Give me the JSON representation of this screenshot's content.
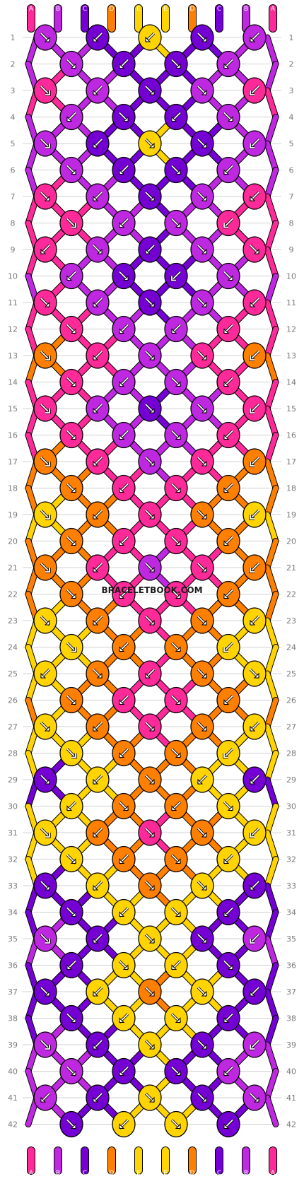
{
  "colors": {
    "A": "#ff2a9a",
    "B": "#bd28e0",
    "C": "#7400d4",
    "D": "#ff7f00",
    "E": "#ffd400",
    "gridline": "#d0d0d0",
    "knot_stroke": "#000000",
    "arrow": "#ffffff"
  },
  "strings": {
    "top": [
      "A",
      "B",
      "C",
      "D",
      "E",
      "E",
      "D",
      "C",
      "B",
      "A"
    ],
    "bottom": [
      "A",
      "B",
      "C",
      "D",
      "E",
      "E",
      "D",
      "C",
      "B",
      "A"
    ]
  },
  "rows": [
    "1",
    "2",
    "3",
    "4",
    "5",
    "6",
    "7",
    "8",
    "9",
    "10",
    "11",
    "12",
    "13",
    "14",
    "15",
    "16",
    "17",
    "18",
    "19",
    "20",
    "21",
    "22",
    "23",
    "24",
    "25",
    "26",
    "27",
    "28",
    "29",
    "30",
    "31",
    "32",
    "33",
    "34",
    "35",
    "36",
    "37",
    "38",
    "39",
    "40",
    "41",
    "42"
  ],
  "knot_colors": [
    [
      "B",
      "C",
      "E",
      "C",
      "B"
    ],
    [
      "B",
      "C",
      "C",
      "B"
    ],
    [
      "A",
      "B",
      "C",
      "B",
      "A"
    ],
    [
      "B",
      "C",
      "C",
      "B"
    ],
    [
      "B",
      "C",
      "E",
      "C",
      "B"
    ],
    [
      "B",
      "C",
      "C",
      "B"
    ],
    [
      "A",
      "B",
      "C",
      "B",
      "A"
    ],
    [
      "A",
      "B",
      "B",
      "A"
    ],
    [
      "A",
      "B",
      "C",
      "B",
      "A"
    ],
    [
      "B",
      "C",
      "C",
      "B"
    ],
    [
      "A",
      "B",
      "C",
      "B",
      "A"
    ],
    [
      "A",
      "B",
      "B",
      "A"
    ],
    [
      "D",
      "A",
      "B",
      "A",
      "D"
    ],
    [
      "A",
      "B",
      "B",
      "A"
    ],
    [
      "A",
      "B",
      "C",
      "B",
      "A"
    ],
    [
      "A",
      "B",
      "B",
      "A"
    ],
    [
      "D",
      "A",
      "B",
      "A",
      "D"
    ],
    [
      "D",
      "A",
      "A",
      "D"
    ],
    [
      "E",
      "D",
      "A",
      "D",
      "E"
    ],
    [
      "D",
      "A",
      "A",
      "D"
    ],
    [
      "D",
      "A",
      "B",
      "A",
      "D"
    ],
    [
      "D",
      "A",
      "A",
      "D"
    ],
    [
      "E",
      "D",
      "A",
      "D",
      "E"
    ],
    [
      "E",
      "D",
      "D",
      "E"
    ],
    [
      "E",
      "D",
      "A",
      "D",
      "E"
    ],
    [
      "D",
      "A",
      "A",
      "D"
    ],
    [
      "E",
      "D",
      "A",
      "D",
      "E"
    ],
    [
      "E",
      "D",
      "D",
      "E"
    ],
    [
      "C",
      "E",
      "D",
      "E",
      "C"
    ],
    [
      "E",
      "D",
      "D",
      "E"
    ],
    [
      "E",
      "D",
      "A",
      "D",
      "E"
    ],
    [
      "E",
      "D",
      "D",
      "E"
    ],
    [
      "C",
      "E",
      "D",
      "E",
      "C"
    ],
    [
      "C",
      "E",
      "E",
      "C"
    ],
    [
      "B",
      "C",
      "E",
      "C",
      "B"
    ],
    [
      "C",
      "E",
      "E",
      "C"
    ],
    [
      "C",
      "E",
      "D",
      "E",
      "C"
    ],
    [
      "C",
      "E",
      "E",
      "C"
    ],
    [
      "B",
      "C",
      "E",
      "C",
      "B"
    ],
    [
      "B",
      "C",
      "C",
      "B"
    ],
    [
      "B",
      "C",
      "E",
      "C",
      "B"
    ],
    [
      "C",
      "E",
      "E",
      "C"
    ]
  ],
  "knot_dirs": [
    [
      "SE",
      "SW",
      "SW",
      "SE",
      "SW"
    ],
    [
      "SE",
      "SW",
      "SE",
      "SW"
    ],
    [
      "RSE",
      "SW",
      "SE",
      "SE",
      "RSW"
    ],
    [
      "SW",
      "SE",
      "SW",
      "SE"
    ],
    [
      "RSE",
      "SW",
      "SE",
      "SE",
      "RSW"
    ],
    [
      "SE",
      "SW",
      "SE",
      "SW"
    ],
    [
      "SE",
      "SW",
      "SE",
      "SE",
      "SW"
    ],
    [
      "RSE",
      "SW",
      "SE",
      "RSW"
    ],
    [
      "SW",
      "SE",
      "SW",
      "SE",
      "SE"
    ],
    [
      "SW",
      "SE",
      "RSW",
      "SE"
    ],
    [
      "SE",
      "SW",
      "SE",
      "SE",
      "SW"
    ],
    [
      "SE",
      "SW",
      "SW",
      "SW"
    ],
    [
      "RSE",
      "SW",
      "SE",
      "SE",
      "RSW"
    ],
    [
      "SE",
      "SW",
      "SE",
      "SW"
    ],
    [
      "RSE",
      "SW",
      "SE",
      "SE",
      "RSW"
    ],
    [
      "SE",
      "SW",
      "SE",
      "SW"
    ],
    [
      "RSE",
      "SW",
      "SE",
      "SE",
      "RSW"
    ],
    [
      "SE",
      "SW",
      "SE",
      "SW"
    ],
    [
      "RSE",
      "SW",
      "SE",
      "SE",
      "RSW"
    ],
    [
      "SE",
      "SW",
      "SE",
      "SW"
    ],
    [
      "RSE",
      "SW",
      "SE",
      "SE",
      "RSW"
    ],
    [
      "SE",
      "SW",
      "SE",
      "SW"
    ],
    [
      "SE",
      "SW",
      "SE",
      "SE",
      "SW"
    ],
    [
      "RSE",
      "SW",
      "SE",
      "RSW"
    ],
    [
      "SW",
      "SE",
      "SW",
      "SE",
      "SE"
    ],
    [
      "SE",
      "SW",
      "SE",
      "SW"
    ],
    [
      "SE",
      "SW",
      "SE",
      "SE",
      "SW"
    ],
    [
      "RSE",
      "SW",
      "SE",
      "RSW"
    ],
    [
      "SE",
      "SW",
      "SE",
      "SW",
      "SW"
    ],
    [
      "SW",
      "SE",
      "SW",
      "SE"
    ],
    [
      "RSE",
      "SW",
      "SE",
      "SE",
      "RSW"
    ],
    [
      "SE",
      "SW",
      "SE",
      "SW"
    ],
    [
      "SE",
      "SW",
      "SE",
      "SE",
      "SW"
    ],
    [
      "SE",
      "SW",
      "SE",
      "SW"
    ],
    [
      "RSE",
      "SW",
      "SE",
      "SE",
      "RSW"
    ],
    [
      "SW",
      "SE",
      "SW",
      "SE"
    ],
    [
      "SE",
      "SW",
      "SE",
      "SE",
      "SW"
    ],
    [
      "SE",
      "SW",
      "SE",
      "SW"
    ],
    [
      "RSE",
      "SW",
      "SE",
      "SE",
      "RSW"
    ],
    [
      "SE",
      "SW",
      "SE",
      "SW"
    ],
    [
      "SW",
      "SW",
      "SE",
      "SE",
      "SE"
    ],
    [
      "SE",
      "SW",
      "SE",
      "SW"
    ]
  ],
  "watermark": "BRACELETBOOK.COM"
}
